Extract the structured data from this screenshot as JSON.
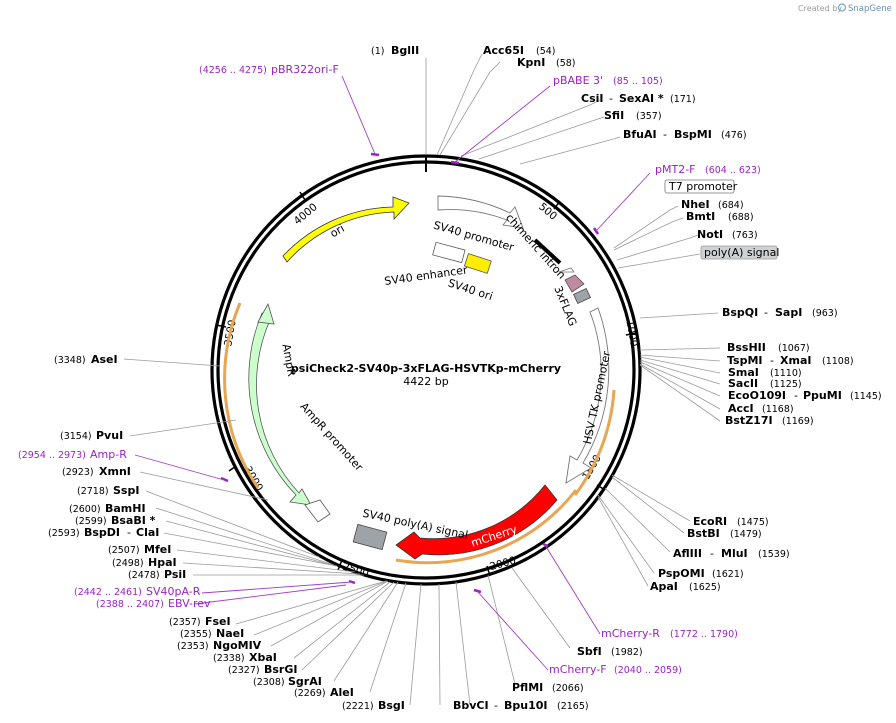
{
  "watermark": {
    "prefix": "Created by",
    "brand": "SnapGene"
  },
  "plasmid": {
    "name": "psiCheck2-SV40p-3xFLAG-HSVTKp-mCherry",
    "size_label": "4422 bp"
  },
  "ticks": [
    "500",
    "1000",
    "1500",
    "2000",
    "2500",
    "3000",
    "3500",
    "4000"
  ],
  "colors": {
    "ori": "#ffff00",
    "ampr": "#ccffcc",
    "mcherry": "#ff0000",
    "sv40_ori": "#ffee00",
    "primer": "#9b22c4",
    "flag": "#c08aa0",
    "polyA": "#9ea3a8"
  },
  "sites": {
    "bglII": {
      "pos": "(1)",
      "name": "BglII"
    },
    "acc65I": {
      "name": "Acc65I",
      "pos": "(54)"
    },
    "kpnI": {
      "name": "KpnI",
      "pos": "(58)"
    },
    "csiI": {
      "name": "CsiI",
      "sep": "-",
      "name2": "SexAI *",
      "pos": "(171)"
    },
    "sfiI": {
      "name": "SfiI",
      "pos": "(357)"
    },
    "bfuAI": {
      "name": "BfuAI",
      "sep": "-",
      "name2": "BspMI",
      "pos": "(476)"
    },
    "nheI": {
      "name": "NheI",
      "pos": "(684)"
    },
    "bmtI": {
      "name": "BmtI",
      "pos": "(688)"
    },
    "notI": {
      "name": "NotI",
      "pos": "(763)"
    },
    "bspQI": {
      "name": "BspQI",
      "sep": "-",
      "name2": "SapI",
      "pos": "(963)"
    },
    "bssHII": {
      "name": "BssHII",
      "pos": "(1067)"
    },
    "tspMI": {
      "name": "TspMI",
      "sep": "-",
      "name2": "XmaI",
      "pos": "(1108)"
    },
    "smaI": {
      "name": "SmaI",
      "pos": "(1110)"
    },
    "sacII": {
      "name": "SacII",
      "pos": "(1125)"
    },
    "eco0109I": {
      "name": "EcoO109I",
      "sep": "-",
      "name2": "PpuMI",
      "pos": "(1145)"
    },
    "accI": {
      "name": "AccI",
      "pos": "(1168)"
    },
    "bstZ17I": {
      "name": "BstZ17I",
      "pos": "(1169)"
    },
    "ecoRI": {
      "name": "EcoRI",
      "pos": "(1475)"
    },
    "bstBI": {
      "name": "BstBI",
      "pos": "(1479)"
    },
    "aflIII": {
      "name": "AflIII",
      "sep": "-",
      "name2": "MluI",
      "pos": "(1539)"
    },
    "pspOMI": {
      "name": "PspOMI",
      "pos": "(1621)"
    },
    "apaI": {
      "name": "ApaI",
      "pos": "(1625)"
    },
    "sbfI": {
      "name": "SbfI",
      "pos": "(1982)"
    },
    "pflMI": {
      "pos": "(2066)",
      "name": "PflMI"
    },
    "bbvCI": {
      "name": "BbvCI",
      "sep": "-",
      "name2": "Bpu10I",
      "pos": "(2165)"
    },
    "bsgI": {
      "pos": "(2221)",
      "name": "BsgI"
    },
    "aleI": {
      "pos": "(2269)",
      "name": "AleI"
    },
    "sgrAI": {
      "pos": "(2308)",
      "name": "SgrAI"
    },
    "bsrGI": {
      "pos": "(2327)",
      "name": "BsrGI"
    },
    "xbaI": {
      "pos": "(2338)",
      "name": "XbaI"
    },
    "ngoMIV": {
      "pos": "(2353)",
      "name": "NgoMIV"
    },
    "naeI": {
      "pos": "(2355)",
      "name": "NaeI"
    },
    "fseI": {
      "pos": "(2357)",
      "name": "FseI"
    },
    "psiI": {
      "pos": "(2478)",
      "name": "PsiI"
    },
    "hpaI": {
      "pos": "(2498)",
      "name": "HpaI"
    },
    "mfeI": {
      "pos": "(2507)",
      "name": "MfeI"
    },
    "bspDI": {
      "pos": "(2593)",
      "name": "BspDI",
      "sep": "-",
      "name2": "ClaI"
    },
    "bsaBI": {
      "pos": "(2599)",
      "name": "BsaBI *"
    },
    "bamHI": {
      "pos": "(2600)",
      "name": "BamHI"
    },
    "sspI": {
      "pos": "(2718)",
      "name": "SspI"
    },
    "xmnI": {
      "pos": "(2923)",
      "name": "XmnI"
    },
    "pvuI": {
      "pos": "(3154)",
      "name": "PvuI"
    },
    "aseI": {
      "pos": "(3348)",
      "name": "AseI"
    }
  },
  "primers": {
    "pbr322ori_f": {
      "range": "(4256 .. 4275)",
      "name": "pBR322ori-F"
    },
    "pbabe3": {
      "name": "pBABE 3'",
      "range": "(85 .. 105)"
    },
    "pmt2_f": {
      "name": "pMT2-F",
      "range": "(604 .. 623)"
    },
    "amp_r": {
      "range": "(2954 .. 2973)",
      "name": "Amp-R"
    },
    "sv40pa_r": {
      "range": "(2442 .. 2461)",
      "name": "SV40pA-R"
    },
    "ebv_rev": {
      "range": "(2388 .. 2407)",
      "name": "EBV-rev"
    },
    "mcherry_r": {
      "name": "mCherry-R",
      "range": "(1772 .. 1790)"
    },
    "mcherry_f": {
      "name": "mCherry-F",
      "range": "(2040 .. 2059)"
    }
  },
  "features": {
    "t7_promoter": "T7 promoter",
    "polyA_signal": "poly(A) signal",
    "ori": "ori",
    "sv40_promoter": "SV40 promoter",
    "chimeric_intron": "chimeric intron",
    "sv40_enhancer": "SV40 enhancer",
    "sv40_ori": "SV40 ori",
    "flag": "3xFLAG",
    "hsv_tk_promoter": "HSV TK promoter",
    "ampr": "AmpR",
    "ampr_promoter": "AmpR promoter",
    "sv40_polyA": "SV40 poly(A) signal",
    "mcherry": "mCherry"
  }
}
